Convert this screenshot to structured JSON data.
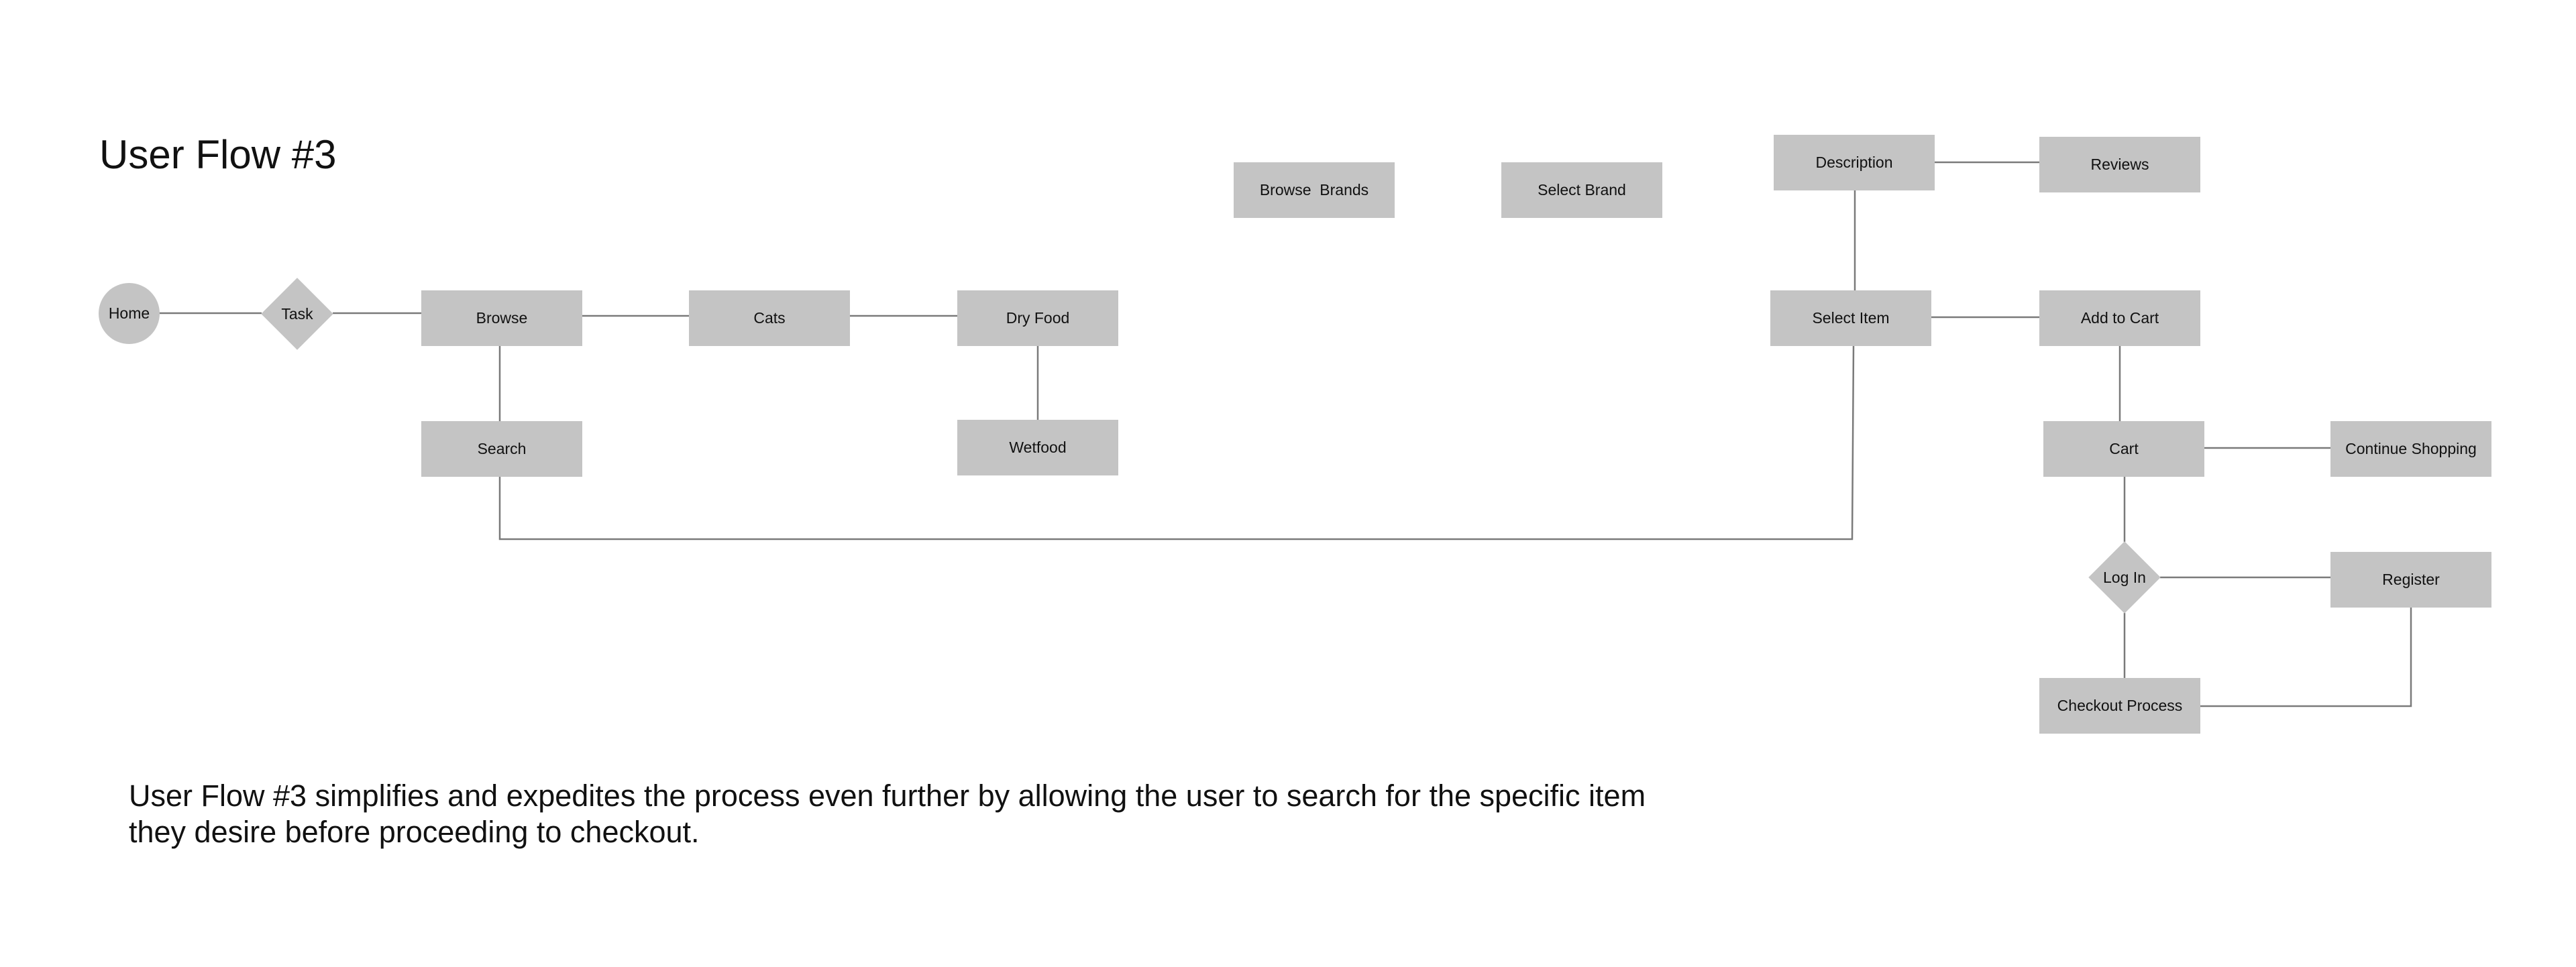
{
  "title": "User Flow #3",
  "description": "User Flow #3 simplifies and expedites the process even further by allowing the user to search for the specific item they desire before proceeding to checkout.",
  "colors": {
    "node_fill": "#c4c4c4",
    "connector": "#7a7a7a",
    "text": "#111111",
    "background": "#ffffff"
  },
  "nodes": {
    "home": {
      "label": "Home",
      "shape": "circle"
    },
    "task": {
      "label": "Task",
      "shape": "diamond"
    },
    "browse": {
      "label": "Browse",
      "shape": "rectangle"
    },
    "search": {
      "label": "Search",
      "shape": "rectangle"
    },
    "cats": {
      "label": "Cats",
      "shape": "rectangle"
    },
    "dry_food": {
      "label": "Dry Food",
      "shape": "rectangle"
    },
    "wetfood": {
      "label": "Wetfood",
      "shape": "rectangle"
    },
    "browse_brands": {
      "label": "Browse  Brands",
      "shape": "rectangle"
    },
    "select_brand": {
      "label": "Select Brand",
      "shape": "rectangle"
    },
    "description": {
      "label": "Description",
      "shape": "rectangle"
    },
    "reviews": {
      "label": "Reviews",
      "shape": "rectangle"
    },
    "select_item": {
      "label": "Select Item",
      "shape": "rectangle"
    },
    "add_to_cart": {
      "label": "Add to Cart",
      "shape": "rectangle"
    },
    "cart": {
      "label": "Cart",
      "shape": "rectangle"
    },
    "continue_shopping": {
      "label": "Continue Shopping",
      "shape": "rectangle"
    },
    "log_in": {
      "label": "Log In",
      "shape": "diamond"
    },
    "register": {
      "label": "Register",
      "shape": "rectangle"
    },
    "checkout_process": {
      "label": "Checkout Process",
      "shape": "rectangle"
    }
  },
  "edges": [
    {
      "from": "home",
      "to": "task"
    },
    {
      "from": "task",
      "to": "browse"
    },
    {
      "from": "browse",
      "to": "cats"
    },
    {
      "from": "cats",
      "to": "dry_food"
    },
    {
      "from": "dry_food",
      "to": "wetfood"
    },
    {
      "from": "browse",
      "to": "search"
    },
    {
      "from": "search",
      "to": "select_item"
    },
    {
      "from": "description",
      "to": "reviews"
    },
    {
      "from": "description",
      "to": "select_item"
    },
    {
      "from": "select_item",
      "to": "add_to_cart"
    },
    {
      "from": "add_to_cart",
      "to": "cart"
    },
    {
      "from": "cart",
      "to": "continue_shopping"
    },
    {
      "from": "cart",
      "to": "log_in"
    },
    {
      "from": "log_in",
      "to": "register"
    },
    {
      "from": "log_in",
      "to": "checkout_process"
    },
    {
      "from": "register",
      "to": "checkout_process"
    }
  ]
}
